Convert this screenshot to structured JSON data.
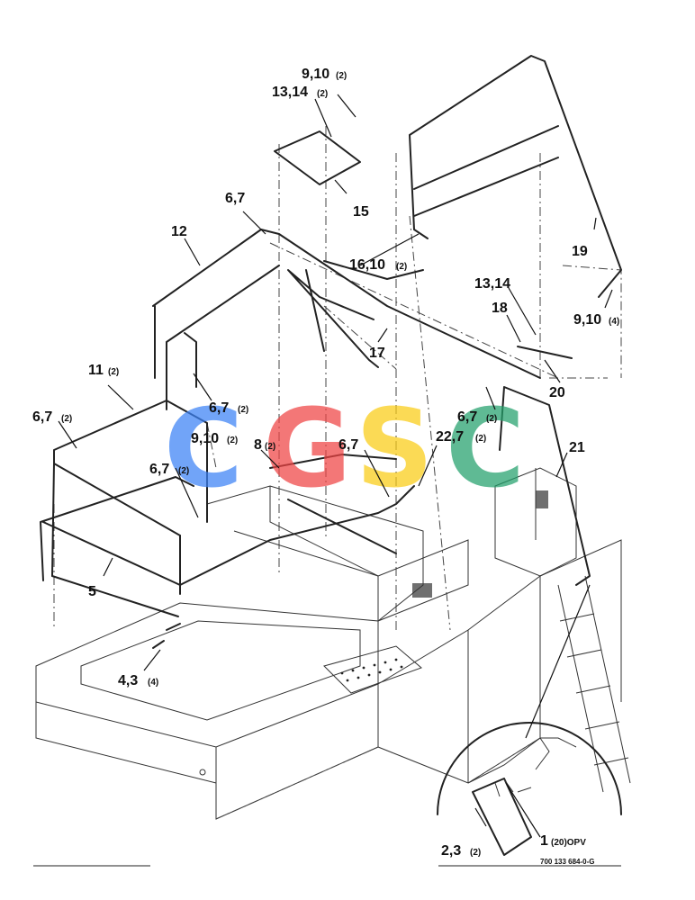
{
  "callouts": [
    {
      "id": "c1",
      "text": "9,10",
      "qty": "(2)"
    },
    {
      "id": "c2",
      "text": "13,14",
      "qty": "(2)"
    },
    {
      "id": "c3",
      "text": "15",
      "qty": ""
    },
    {
      "id": "c4",
      "text": "6,7",
      "qty": ""
    },
    {
      "id": "c5",
      "text": "12",
      "qty": ""
    },
    {
      "id": "c6",
      "text": "16,10",
      "qty": "(2)"
    },
    {
      "id": "c7",
      "text": "19",
      "qty": ""
    },
    {
      "id": "c8",
      "text": "13,14",
      "qty": ""
    },
    {
      "id": "c9",
      "text": "9,10",
      "qty": "(4)"
    },
    {
      "id": "c10",
      "text": "18",
      "qty": ""
    },
    {
      "id": "c11",
      "text": "17",
      "qty": ""
    },
    {
      "id": "c12",
      "text": "20",
      "qty": ""
    },
    {
      "id": "c13",
      "text": "11",
      "qty": "(2)"
    },
    {
      "id": "c14",
      "text": "6,7",
      "qty": "(2)"
    },
    {
      "id": "c15",
      "text": "6,7",
      "qty": "(2)"
    },
    {
      "id": "c16",
      "text": "6,7",
      "qty": "(2)"
    },
    {
      "id": "c17",
      "text": "9,10",
      "qty": "(2)"
    },
    {
      "id": "c18",
      "text": "8",
      "qty": "(2)"
    },
    {
      "id": "c19",
      "text": "6,7",
      "qty": ""
    },
    {
      "id": "c20",
      "text": "22,7",
      "qty": "(2)"
    },
    {
      "id": "c21",
      "text": "21",
      "qty": ""
    },
    {
      "id": "c22",
      "text": "6,7",
      "qty": "(2)"
    },
    {
      "id": "c23",
      "text": "5",
      "qty": ""
    },
    {
      "id": "c24",
      "text": "4,3",
      "qty": "(4)"
    },
    {
      "id": "c25",
      "text": "2,3",
      "qty": "(2)"
    },
    {
      "id": "c26",
      "text": "1",
      "qty": "(20)OPV"
    }
  ],
  "watermark": {
    "letters": [
      "C",
      "G",
      "S",
      "C"
    ],
    "colors": [
      "#3b82f6",
      "#ef4444",
      "#facc15",
      "#22a06b"
    ]
  },
  "footer": {
    "drawing_number": "700 133 684-0-G"
  }
}
